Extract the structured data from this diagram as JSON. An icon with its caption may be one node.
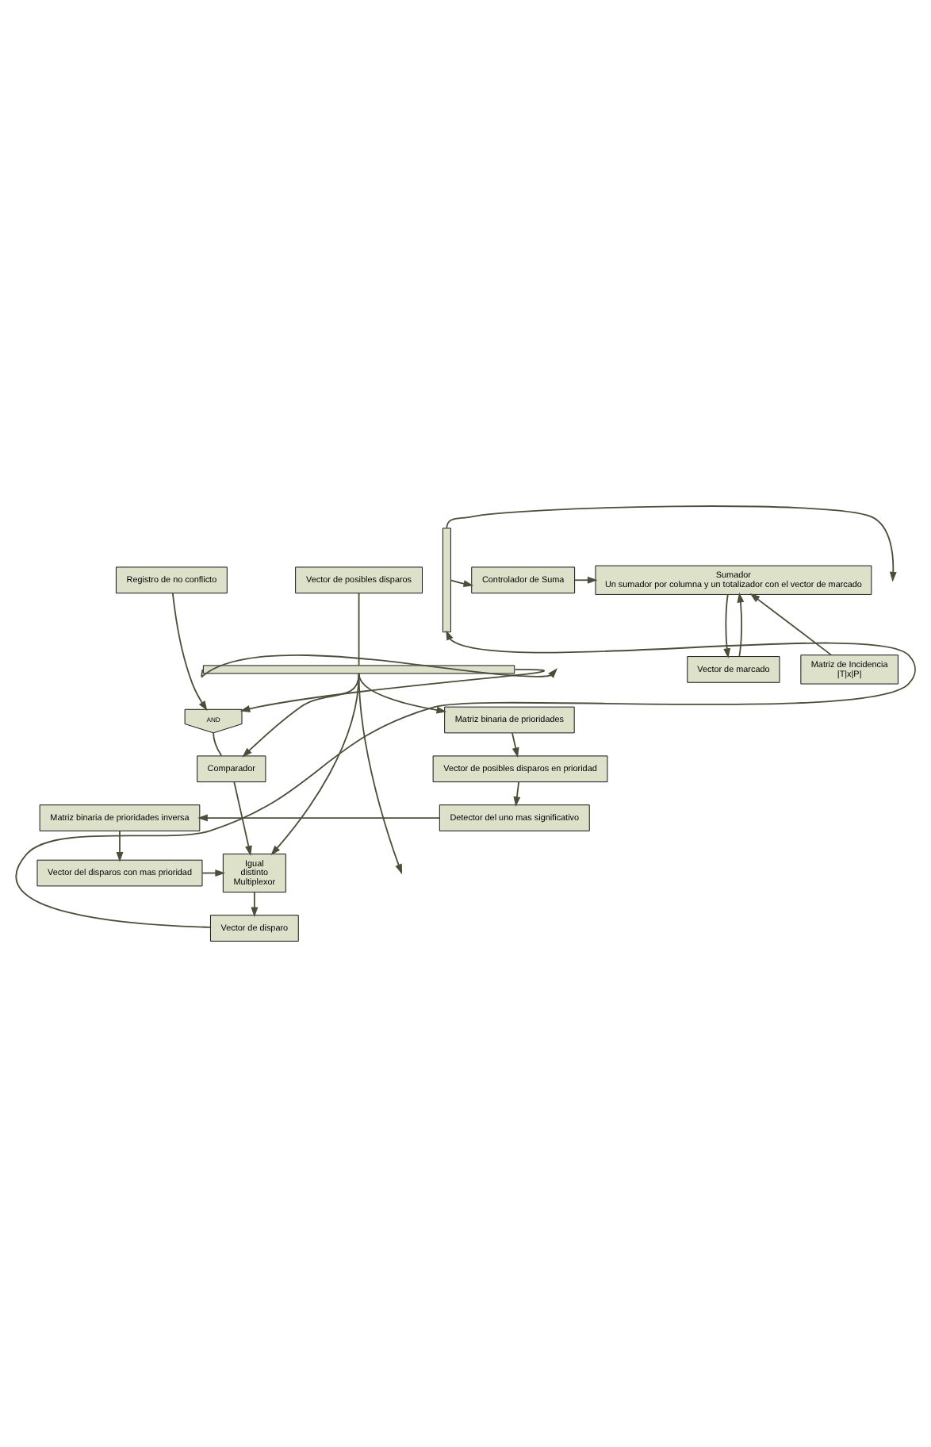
{
  "diagram": {
    "nodes": [
      {
        "text": [
          "Controlador de Suma"
        ]
      },
      {
        "text": [
          "Sumador",
          "Un sumador por columna y un totalizador con el vector de marcado"
        ]
      },
      {
        "text": [
          "Matriz de Incidencia",
          "|T|x|P|"
        ]
      },
      {
        "text": [
          "Vector de marcado"
        ]
      },
      {
        "text": [
          "Vector de posibles disparos"
        ]
      },
      {
        "text": [
          "Registro de no conflicto"
        ]
      },
      {
        "text": [
          "AND"
        ]
      },
      {
        "text": [
          "Matriz binaria de prioridades"
        ]
      },
      {
        "text": [
          "Comparador"
        ]
      },
      {
        "text": [
          "Vector de posibles disparos en prioridad"
        ]
      },
      {
        "text": [
          "Detector del uno mas significativo"
        ]
      },
      {
        "text": [
          "Matriz binaria de prioridades inversa"
        ]
      },
      {
        "text": [
          "Igual",
          "distinto",
          "Multiplexor"
        ]
      },
      {
        "text": [
          "Vector del disparos con mas prioridad"
        ]
      },
      {
        "text": [
          "Vector de disparo"
        ]
      },
      {
        "text": [],
        "shape": "bar"
      },
      {
        "text": [],
        "shape": "bar"
      }
    ],
    "edges": [
      {
        "from": 15,
        "to": null,
        "arrow": "to"
      },
      {
        "from": 15,
        "to": 0,
        "arrow": "to"
      },
      {
        "from": 0,
        "to": 1,
        "arrow": "to"
      },
      {
        "from": 2,
        "to": 1,
        "arrow": "to"
      },
      {
        "from": 3,
        "to": 1,
        "arrow": "to"
      },
      {
        "from": 1,
        "to": 3,
        "arrow": "to"
      },
      {
        "from": 4,
        "to": 16,
        "arrow": "none"
      },
      {
        "from": 16,
        "to": null,
        "arrow": "to"
      },
      {
        "from": 16,
        "to": 6,
        "arrow": "to"
      },
      {
        "from": 5,
        "to": 6,
        "arrow": "to"
      },
      {
        "from": 16,
        "to": 7,
        "arrow": "to"
      },
      {
        "from": 16,
        "to": 8,
        "arrow": "to"
      },
      {
        "from": 6,
        "to": 8,
        "arrow": "none"
      },
      {
        "from": 7,
        "to": 9,
        "arrow": "to"
      },
      {
        "from": 9,
        "to": 10,
        "arrow": "to"
      },
      {
        "from": 10,
        "to": 11,
        "arrow": "to"
      },
      {
        "from": 8,
        "to": 12,
        "arrow": "to"
      },
      {
        "from": 11,
        "to": 13,
        "arrow": "to"
      },
      {
        "from": 16,
        "to": 12,
        "arrow": "to"
      },
      {
        "from": 16,
        "to": null,
        "arrow": "to"
      },
      {
        "from": 13,
        "to": 12,
        "arrow": "to"
      },
      {
        "from": 12,
        "to": 14,
        "arrow": "to"
      },
      {
        "from": 14,
        "to": 15,
        "arrow": "to"
      }
    ]
  }
}
